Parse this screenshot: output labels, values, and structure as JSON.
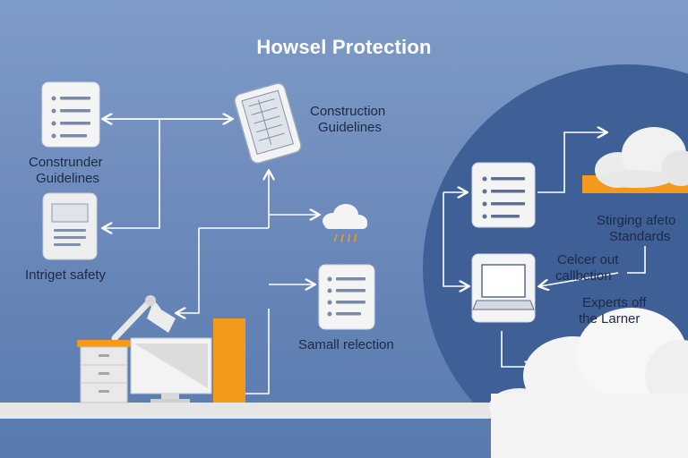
{
  "title": "Howsel Protection",
  "labels": {
    "construnder_guidelines": [
      "Construnder",
      "Guidelines"
    ],
    "intriget_safety": "Intriget safety",
    "construction_guidelines": [
      "Construction",
      "Guidelines"
    ],
    "samall_relection": "Samall relection",
    "stirging_safeto_standards": [
      "Stirging afeto",
      "Standards"
    ],
    "celcer_out_callbction": [
      "Celcer out",
      "callbction"
    ],
    "experts_off_the_larner": [
      "Experts off",
      "the Larner"
    ]
  },
  "colors": {
    "background": "#6f8cbc",
    "circle": "#3f5f97",
    "card": "#f2f2f2",
    "accent": "#f39a1c",
    "arrow": "#ffffff",
    "floor": "#e6e6e6"
  }
}
